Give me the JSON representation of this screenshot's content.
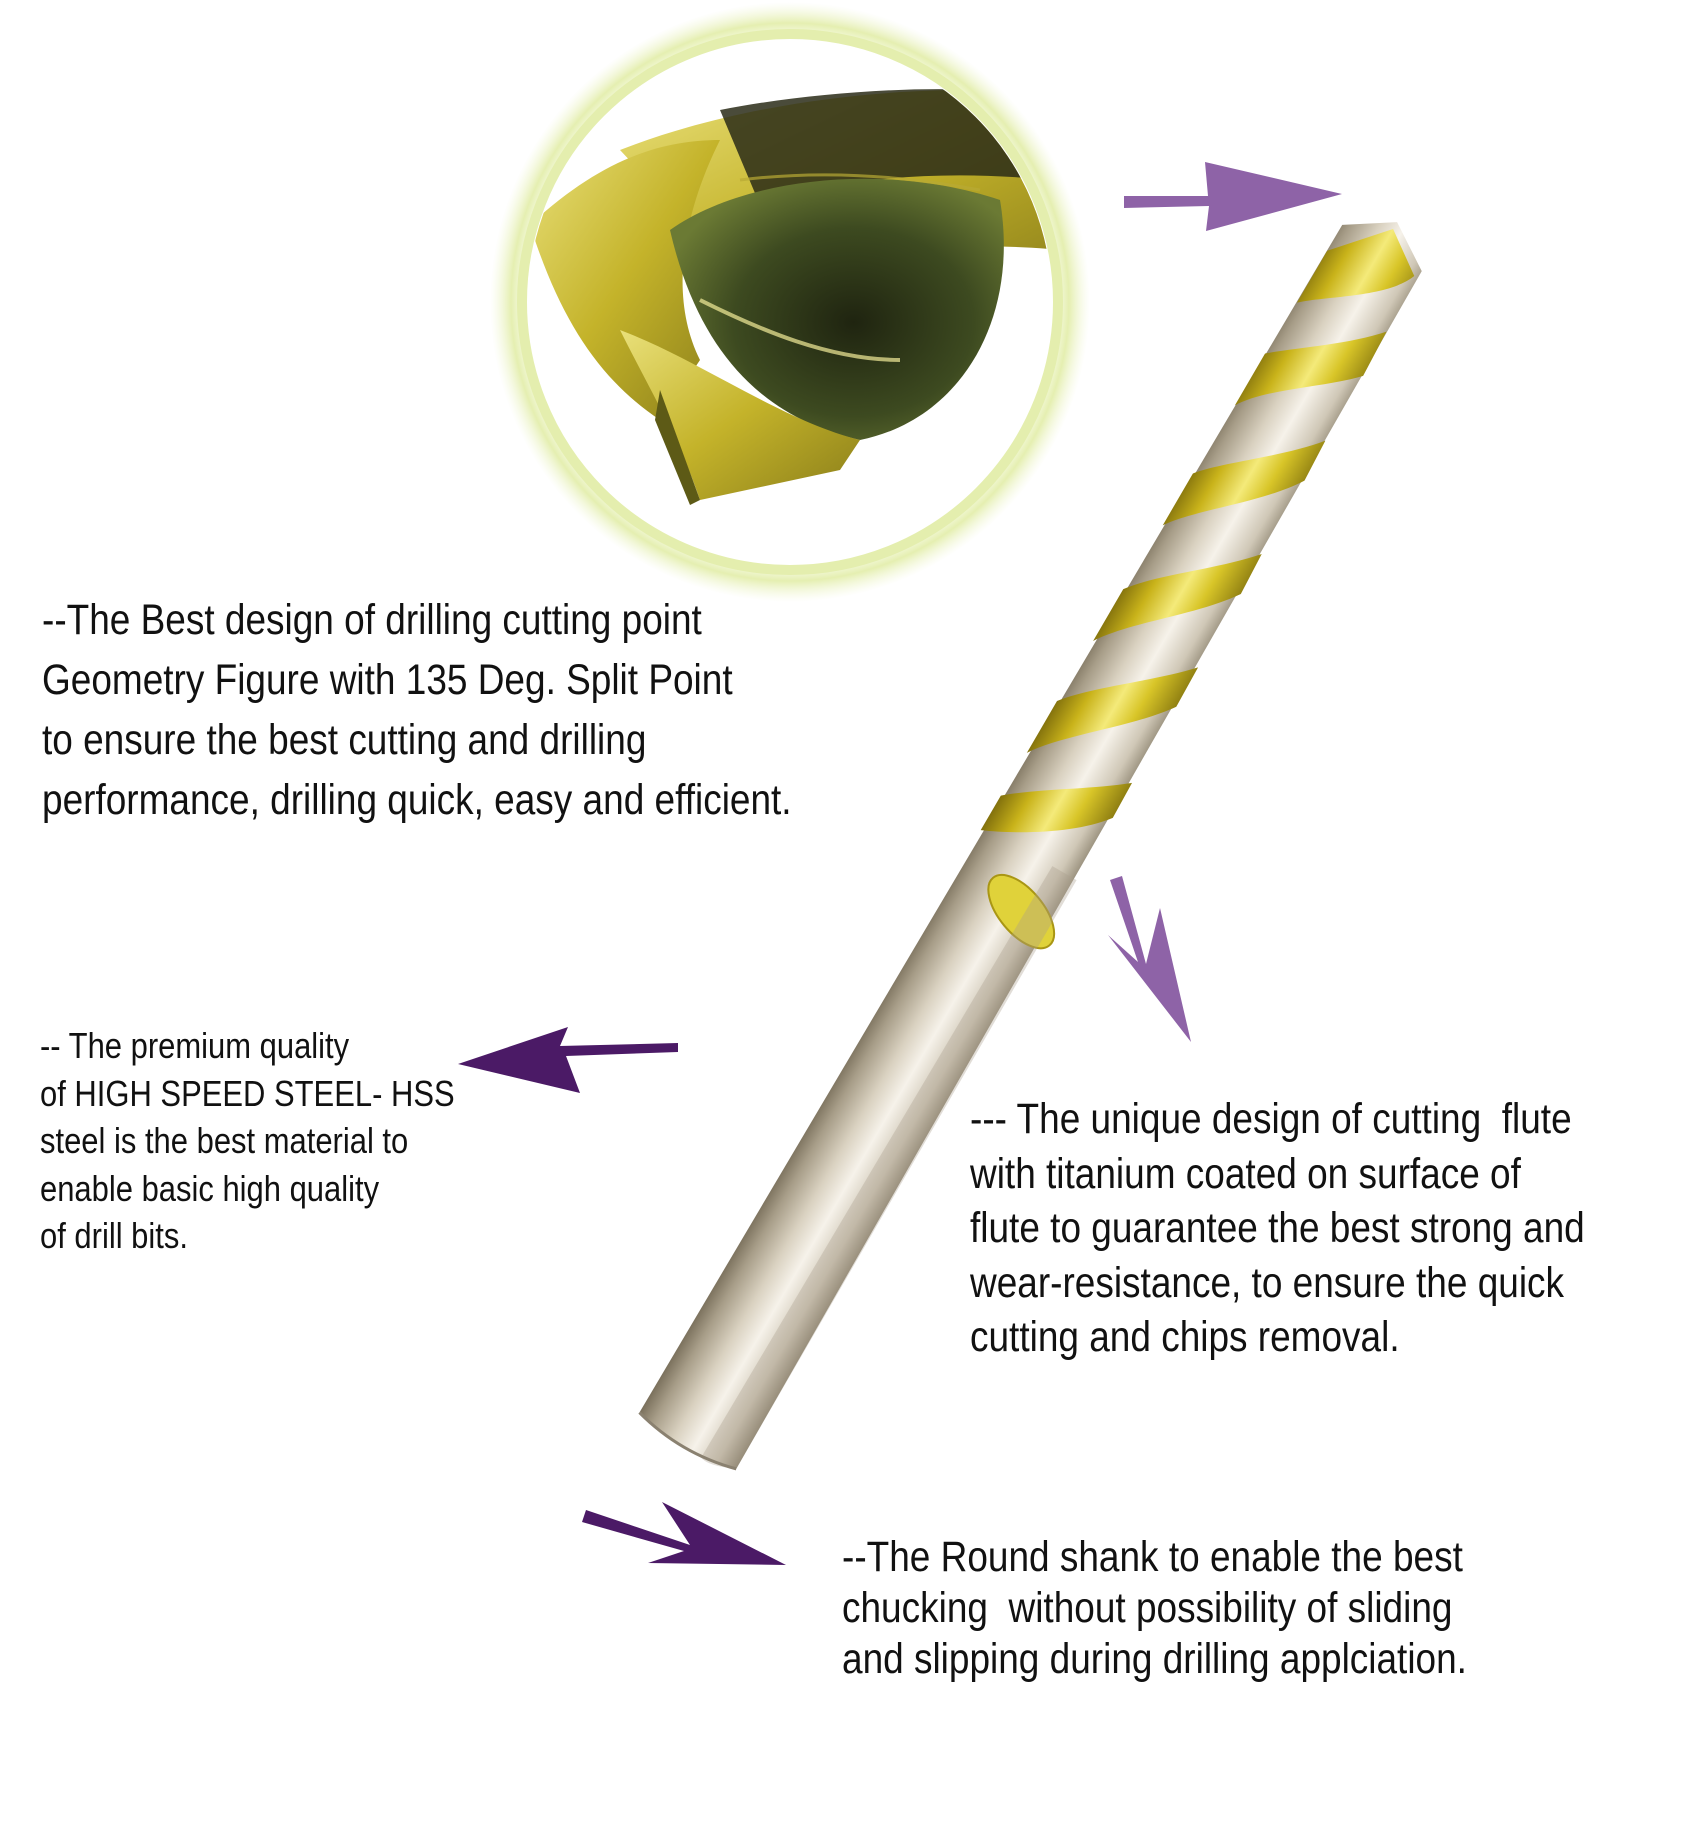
{
  "colors": {
    "background": "#ffffff",
    "text": "#111111",
    "arrow_light_purple": "#8e63a7",
    "arrow_dark_purple": "#4b1a66",
    "titanium_gold": "#d6c322",
    "steel_silver": "#c8bfae",
    "zoom_ring": "#e6f0b0"
  },
  "icons": {
    "zoom_detail": "drill-tip-closeup-icon",
    "product": "drill-bit-icon",
    "pointers": "arrow-icon"
  },
  "callouts": {
    "tip": {
      "lines": [
        "--The Best design of drilling cutting point",
        "Geometry Figure with 135 Deg. Split Point",
        "to ensure the best cutting and drilling",
        "performance, drilling quick, easy and efficient."
      ]
    },
    "material": {
      "lines": [
        "-- The premium quality",
        "of HIGH SPEED STEEL- HSS",
        "steel is the best material to",
        "enable basic high quality",
        "of drill bits."
      ]
    },
    "flute": {
      "lines": [
        "--- The unique design of cutting  flute",
        "with titanium coated on surface of",
        "flute to guarantee the best strong and",
        "wear-resistance, to ensure the quick",
        "cutting and chips removal."
      ]
    },
    "shank": {
      "lines": [
        "--The Round shank to enable the best",
        "chucking  without possibility of sliding",
        "and slipping during drilling applciation."
      ]
    }
  }
}
